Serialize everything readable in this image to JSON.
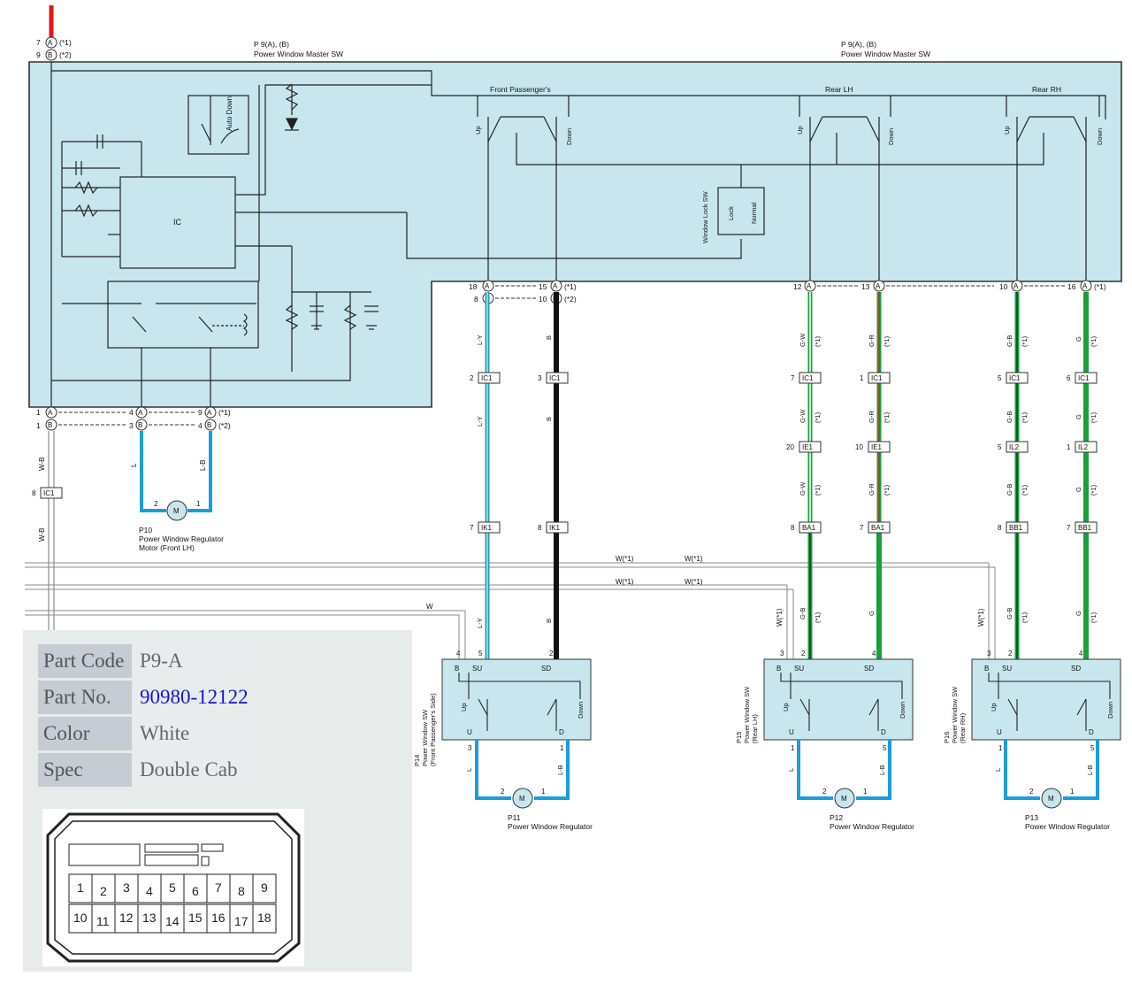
{
  "ecu": {
    "ref_left": "P 9(A), (B)",
    "name_left": "Power Window Master SW",
    "ref_right": "P 9(A), (B)",
    "name_right": "Power Window Master SW",
    "ic_label": "IC",
    "auto_down": "Auto Down",
    "switch_groups": [
      "Front Passenger's",
      "Rear LH",
      "Rear RH"
    ],
    "up": "Up",
    "down": "Down",
    "lock_sw_title": "Window Lock SW",
    "lock": "Lock",
    "normal": "Normal",
    "pin_power": {
      "a": "7",
      "b": "9",
      "letter_a": "A",
      "letter_b": "B",
      "note_a": "(*1)",
      "note_b": "(*2)"
    },
    "bottom_pins": [
      {
        "a": "1",
        "b": "1"
      },
      {
        "a": "4",
        "b": "3"
      },
      {
        "a": "9",
        "b": "4"
      }
    ],
    "top_pins": [
      {
        "a": "18",
        "b": "8"
      },
      {
        "a": "15",
        "b": "10"
      },
      {
        "a": "12"
      },
      {
        "a": "13"
      },
      {
        "a": "10"
      },
      {
        "a": "16"
      }
    ],
    "note1": "(*1)",
    "note2": "(*2)"
  },
  "wires": {
    "col1": [
      "L-Y",
      "L-Y",
      "L-Y"
    ],
    "col2": [
      "B",
      "B",
      "B"
    ],
    "col3": [
      "G-W",
      "G-W",
      "G-W",
      "G-B"
    ],
    "col4": [
      "G-R",
      "G-R",
      "G-R",
      "G"
    ],
    "col5": [
      "G-B",
      "G-B",
      "G-B",
      "G-B"
    ],
    "col6": [
      "G",
      "G",
      "G",
      "G"
    ],
    "wb": [
      "W-B",
      "W-B"
    ],
    "motor_lh": [
      "L",
      "L-B"
    ],
    "bus": [
      "W(*1)",
      "W(*1)",
      "W(*1)",
      "W(*1)",
      "W",
      "W(*1)",
      "W(*1)"
    ],
    "note": "(*1)"
  },
  "junctions": [
    {
      "pin": "2",
      "label": "IC1"
    },
    {
      "pin": "3",
      "label": "IC1"
    },
    {
      "pin": "7",
      "label": "IC1"
    },
    {
      "pin": "1",
      "label": "IC1"
    },
    {
      "pin": "5",
      "label": "IC1"
    },
    {
      "pin": "6",
      "label": "IC1"
    },
    {
      "pin": "20",
      "label": "IE1"
    },
    {
      "pin": "10",
      "label": "IE1"
    },
    {
      "pin": "5",
      "label": "IL2"
    },
    {
      "pin": "1",
      "label": "IL2"
    },
    {
      "pin": "7",
      "label": "IK1"
    },
    {
      "pin": "8",
      "label": "IK1"
    },
    {
      "pin": "8",
      "label": "BA1"
    },
    {
      "pin": "7",
      "label": "BA1"
    },
    {
      "pin": "8",
      "label": "BB1"
    },
    {
      "pin": "7",
      "label": "BB1"
    },
    {
      "pin": "8",
      "label": "IC1"
    }
  ],
  "motor_front_lh": {
    "ref": "P10",
    "name": "Power Window Regulator",
    "name2": "Motor (Front LH)",
    "m": "M",
    "p2": "2",
    "p1": "1"
  },
  "switches": [
    {
      "ref": "P14",
      "name": "Power Window SW",
      "sub": "(Front Passenger's Side)",
      "pins": [
        "B",
        "SU",
        "SD",
        "U",
        "D"
      ],
      "nums": [
        "4",
        "5",
        "2",
        "3",
        "1"
      ],
      "motor_ref": "P11",
      "motor_name": "Power Window Regulator",
      "wires": [
        "L",
        "L-B"
      ]
    },
    {
      "ref": "P15",
      "name": "Power Window SW",
      "sub": "(Rear LH)",
      "pins": [
        "B",
        "SU",
        "SD",
        "U",
        "D"
      ],
      "nums": [
        "3",
        "2",
        "4",
        "1",
        "5"
      ],
      "motor_ref": "P12",
      "motor_name": "Power Window Regulator",
      "wires": [
        "L",
        "L-B"
      ]
    },
    {
      "ref": "P16",
      "name": "Power Window SW",
      "sub": "(Rear RH)",
      "pins": [
        "B",
        "SU",
        "SD",
        "U",
        "D"
      ],
      "nums": [
        "3",
        "2",
        "4",
        "1",
        "5"
      ],
      "motor_ref": "P13",
      "motor_name": "Power Window Regulator",
      "wires": [
        "L",
        "L-B"
      ]
    }
  ],
  "spec_table": {
    "rows": [
      {
        "key": "Part Code",
        "value": "P9-A"
      },
      {
        "key": "Part No.",
        "value": "90980-12122"
      },
      {
        "key": "Color",
        "value": "White"
      },
      {
        "key": "Spec",
        "value": "Double Cab"
      }
    ],
    "link_color": "#1515d4"
  },
  "connector_pins": {
    "row1": [
      "1",
      "2",
      "3",
      "4",
      "5",
      "6",
      "7",
      "8",
      "9"
    ],
    "row2": [
      "10",
      "11",
      "12",
      "13",
      "14",
      "15",
      "16",
      "17",
      "18"
    ]
  },
  "colors": {
    "ecu_fill": "#c8e6ee",
    "blue_wire": "#1a9de0",
    "green_wire": "#1aa03c",
    "black_wire": "#111111",
    "red_wire": "#e01a1a",
    "grey_wire": "#999999"
  }
}
